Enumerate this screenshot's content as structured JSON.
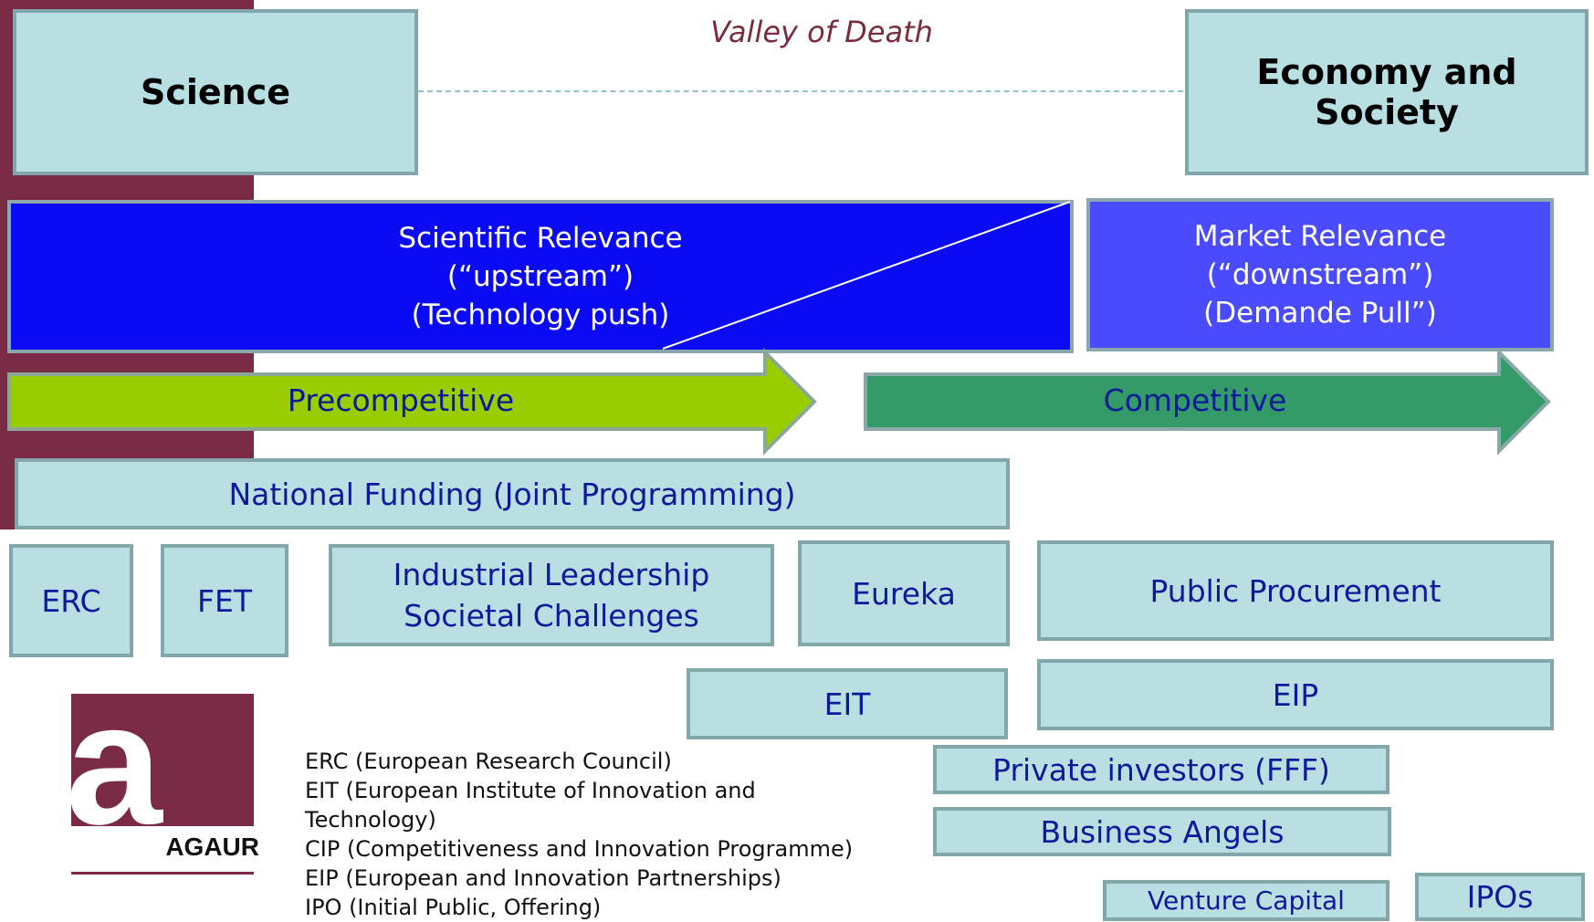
{
  "header": {
    "science": "Science",
    "economy": "Economy and Society",
    "valley": "Valley of Death"
  },
  "relevance": {
    "scientific": [
      "Scientific Relevance",
      "(“upstream”)",
      "(Technology push)"
    ],
    "market": [
      "Market Relevance",
      "(“downstream”)",
      "(Demande Pull”)"
    ]
  },
  "arrows": {
    "precompetitive": "Precompetitive",
    "competitive": "Competitive"
  },
  "funding": {
    "national": "National Funding (Joint Programming)",
    "erc": "ERC",
    "fet": "FET",
    "industrial": "Industrial Leadership Societal Challenges",
    "eureka": "Eureka",
    "public_procurement": "Public Procurement",
    "eit": "EIT",
    "eip": "EIP",
    "private_investors": "Private investors (FFF)",
    "business_angels": "Business Angels",
    "venture_capital": "Venture Capital",
    "ipos": "IPOs"
  },
  "legend": [
    "ERC  (European Research Council)",
    "EIT    (European Institute of Innovation and",
    "Technology)",
    "CIP    (Competitiveness and Innovation Programme)",
    "EIP    (European and Innovation Partnerships)",
    "IPO   (Initial Public, Offering)"
  ],
  "logo": {
    "letter": "a",
    "name": "AGAUR"
  },
  "colors": {
    "maroon": "#7b2a45",
    "light_box": "#b8e0e3",
    "scientific_blue": "#0a0af4",
    "market_blue": "#4a4aff",
    "precompetitive_green": "#9acd00",
    "competitive_green": "#349a68",
    "box_text_blue": "#0a1a9a"
  }
}
